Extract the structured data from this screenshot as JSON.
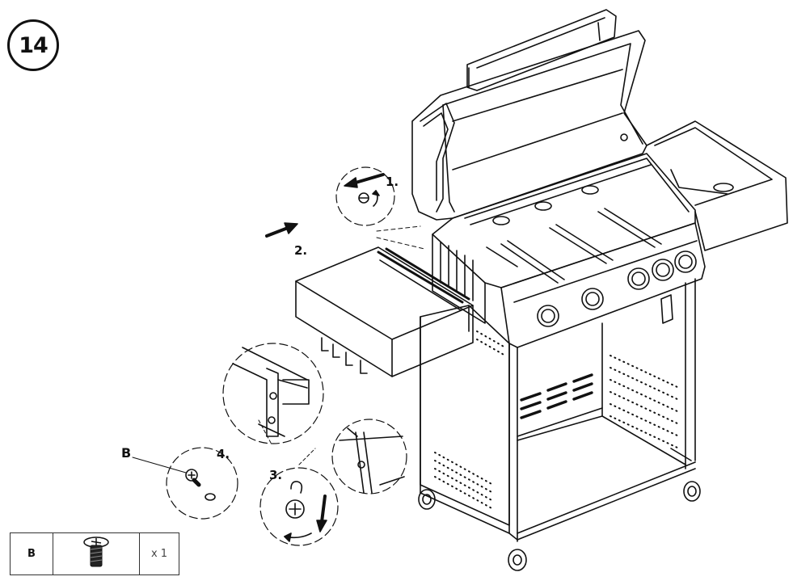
{
  "step": {
    "number": "14"
  },
  "callouts": {
    "step1": "1.",
    "step2": "2.",
    "step3": "3.",
    "step4": "4.",
    "part_marker": "B"
  },
  "parts_table": {
    "code": "B",
    "quantity": "x 1",
    "icon": "screw-icon"
  }
}
